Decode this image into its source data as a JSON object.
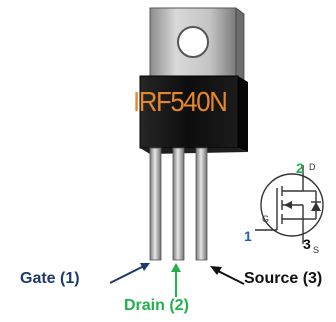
{
  "device": {
    "part_number": "IRF540N",
    "colors": {
      "body": "#0d0d0d",
      "marking": "#e8862a",
      "tab": "#bdbdbd",
      "lead": "#b3b3b3"
    }
  },
  "pins": {
    "gate": {
      "label": "Gate (1)",
      "color": "#1f3a6b"
    },
    "drain": {
      "label": "Drain (2)",
      "color": "#22b14c"
    },
    "source": {
      "label": "Source (3)",
      "color": "#111111"
    }
  },
  "symbol": {
    "gate_letter": "G",
    "drain_letter": "D",
    "source_letter": "S",
    "gate_number": "1",
    "drain_number": "2",
    "source_number": "3",
    "gate_number_color": "#1f5fb4",
    "drain_number_color": "#22b14c"
  }
}
